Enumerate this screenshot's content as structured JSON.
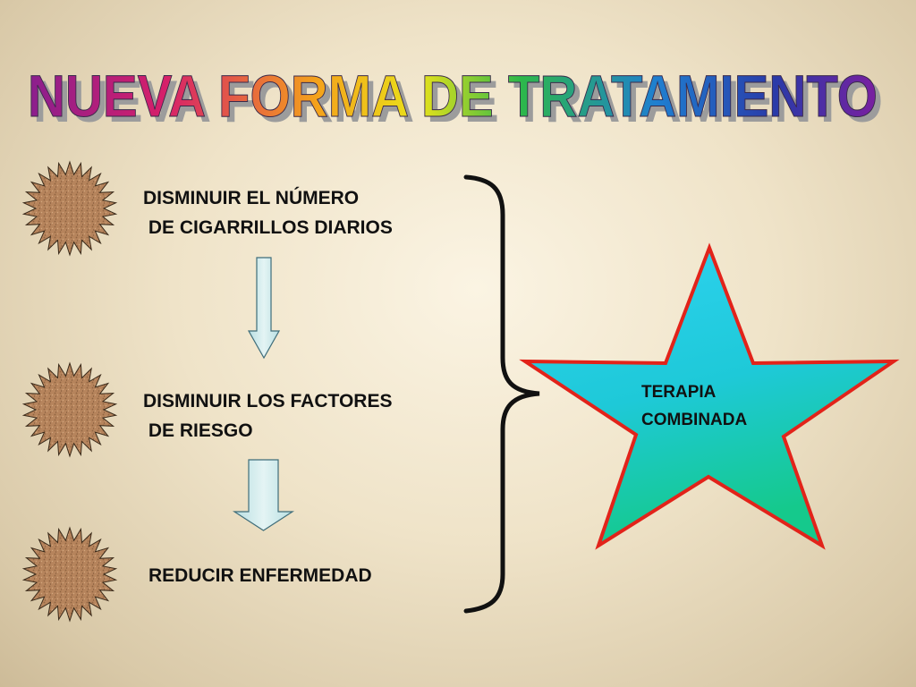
{
  "title": "NUEVA FORMA DE TRATAMIENTO",
  "steps": [
    {
      "line1": "DISMINUIR EL NÚMERO",
      "line2": " DE CIGARRILLOS DIARIOS"
    },
    {
      "line1": "DISMINUIR LOS FACTORES",
      "line2": " DE RIESGO"
    },
    {
      "line1": "REDUCIR  ENFERMEDAD",
      "line2": ""
    }
  ],
  "result": {
    "line1": "TERAPIA",
    "line2": "COMBINADA"
  },
  "colors": {
    "title_gradient": [
      "#8a1f8e",
      "#d61f6a",
      "#f4a21b",
      "#e9e21a",
      "#2db84a",
      "#1f7fd0",
      "#2a3aa8",
      "#7a1fa0"
    ],
    "burst_fill": "#b5825a",
    "arrow_fill": "#cfe9ea",
    "star_fill_top": "#25c8ec",
    "star_fill_bottom": "#16c88a",
    "star_outline": "#e2231a"
  }
}
